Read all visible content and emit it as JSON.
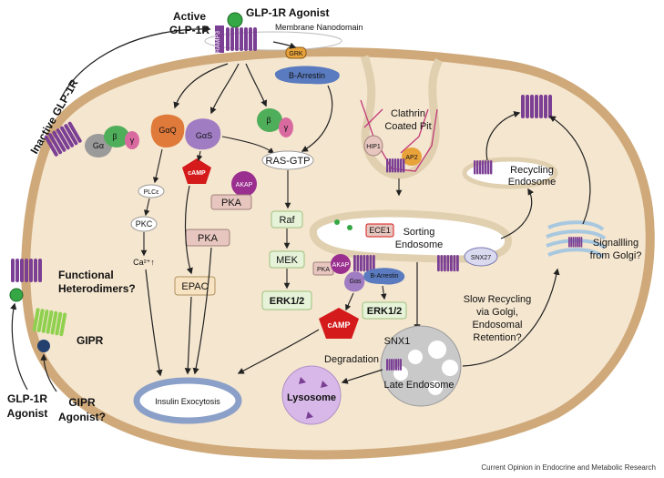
{
  "labels": {
    "active_glp1r_line1": "Active",
    "active_glp1r_line2": "GLP-1R",
    "glp1r_agonist_top": "GLP-1R Agonist",
    "membrane_nanodomain": "Membrane Nanodomain",
    "ramp3": "RAMP3",
    "grk": "GRK",
    "b_arrestin_top": "B-Arrestin",
    "inactive_glp1r": "Inactive GLP-1R",
    "g_beta": "β",
    "g_gamma": "γ",
    "g_alpha": "Gα",
    "gaq": "GαQ",
    "gas": "GαS",
    "gbeta2": "β",
    "ggamma2": "γ",
    "clathrin_line1": "Clathrin",
    "clathrin_line2": "Coated Pit",
    "hip1": "HIP1",
    "ap2": "AP2",
    "recycling_line1": "Recycling",
    "recycling_line2": "Endosome",
    "ras_gtp": "RAS-GTP",
    "raf": "Raf",
    "mek": "MEK",
    "erk12_left": "ERK1/2",
    "camp_top": "cAMP",
    "akap_top": "AKAP",
    "pka_top": "PKA",
    "pka_mid": "PKA",
    "epac": "EPAC",
    "plce": "PLCε",
    "pkc": "PKC",
    "ca": "Ca²⁺↑",
    "ece1": "ECE1",
    "sorting_line1": "Sorting",
    "sorting_line2": "Endosome",
    "snx27": "SNX27",
    "pka_endo": "PKA",
    "akap_endo": "AKAP",
    "gas_endo": "Gαs",
    "b_arrestin_endo": "B-Arrestin",
    "erk12_right": "ERK1/2",
    "camp_bottom": "cAMP",
    "signalling_line1": "Signallling",
    "signalling_line2": "from Golgi?",
    "slow_line1": "Slow Recycling",
    "slow_line2": "via Golgi,",
    "slow_line3": "Endosomal",
    "slow_line4": "Retention?",
    "snx1": "SNX1",
    "late_endosome": "Late Endosome",
    "degradation": "Degradation",
    "lysosome": "Lysosome",
    "insulin": "Insulin Exocytosis",
    "functional_line1": "Functional",
    "functional_line2": "Heterodimers?",
    "gipr": "GIPR",
    "glp1r_agonist_bottom_line1": "GLP-1R",
    "glp1r_agonist_bottom_line2": "Agonist",
    "gipr_agonist_line1": "GIPR",
    "gipr_agonist_line2": "Agonist?",
    "footer": "Current Opinion in Endocrine and Metabolic Research"
  },
  "colors": {
    "cell_fill": "#f5e6cf",
    "cell_border": "#cfa97a",
    "receptor": "#7b3f94",
    "gipr": "#8fd14f",
    "agonist_green": "#35a845",
    "gipr_agonist": "#24406e",
    "camp_red": "#d41a1a",
    "akap_purple": "#9a2f8f",
    "pka_box": "#e7c6bf",
    "mapk_box": "#e6f3d9",
    "arrestin_blue": "#5a7bbf",
    "grk_orange": "#e8a23a",
    "gaq_orange": "#e07a3a",
    "gas_purple": "#a07cc3",
    "gbeta_green": "#4fae5a",
    "ggamma_pink": "#d96aa0",
    "clathrin": "#c23a7a",
    "lysosome": "#d8b8e8",
    "late_endo": "#c9c9c9",
    "insulin_ring": "#8aa0c8"
  }
}
